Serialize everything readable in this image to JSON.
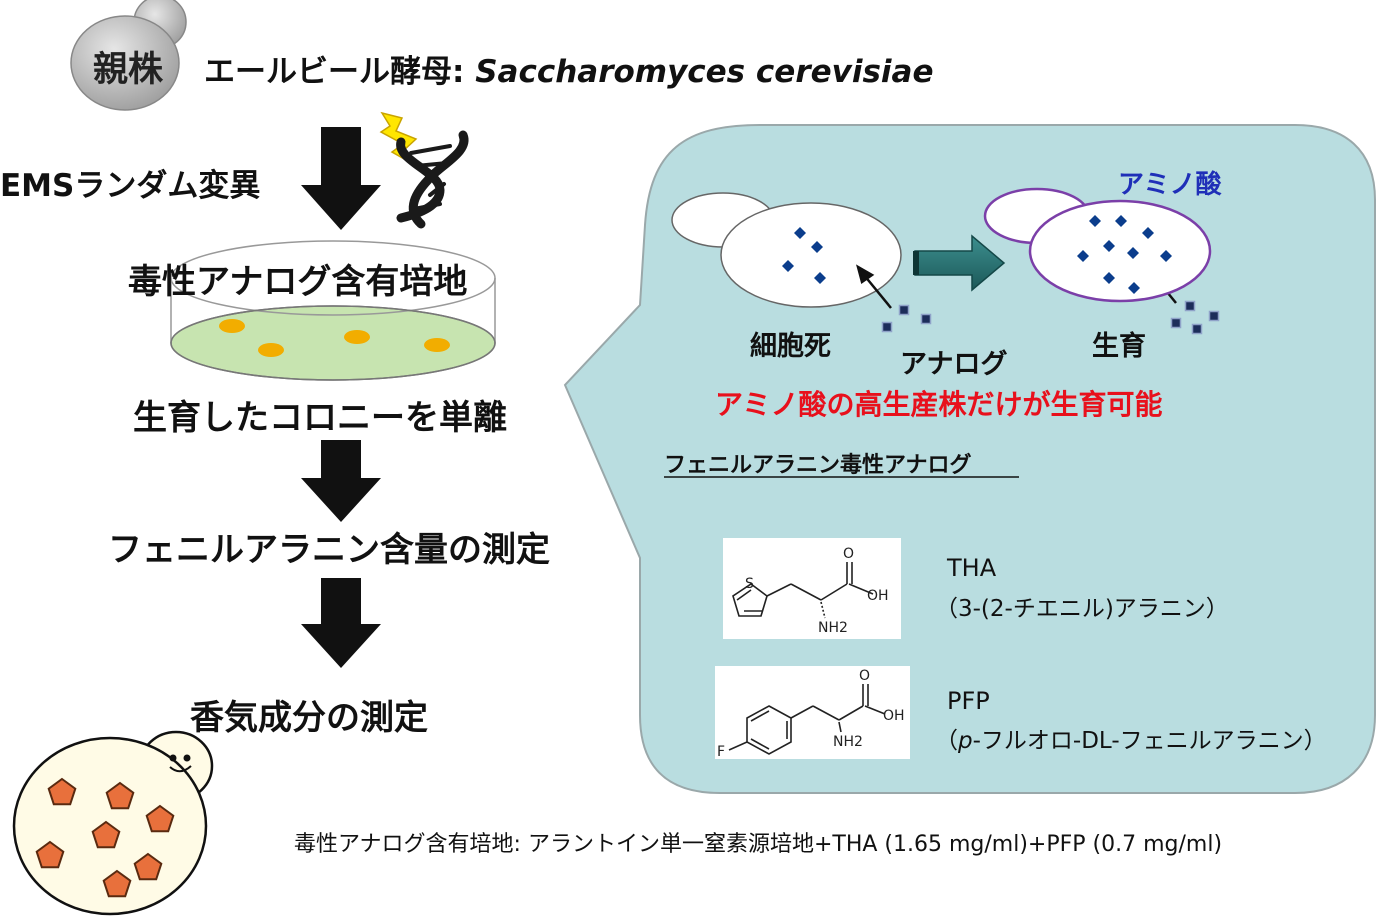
{
  "parent": {
    "badge": "親株",
    "text_jp": "エールビール酵母: ",
    "species": "Saccharomyces cerevisiae"
  },
  "steps": {
    "mutagenesis": "EMSランダム変異",
    "medium": "毒性アナログ含有培地",
    "isolate": "生育したコロニーを単離",
    "measure_phe": "フェニルアラニン含量の測定",
    "measure_aroma": "香気成分の測定"
  },
  "callout": {
    "amino_acid": "アミノ酸",
    "cell_death": "細胞死",
    "analog": "アナログ",
    "growth": "生育",
    "result": "アミノ酸の高生産株だけが生育可能",
    "analog_heading": "フェニルアラニン毒性アナログ",
    "compounds": [
      {
        "abbr": "THA",
        "name": "（3-(2-チエニル)アラニン）",
        "atoms": {
          "s": "S",
          "o": "O",
          "oh": "OH",
          "nh2": "NH2"
        }
      },
      {
        "abbr": "PFP",
        "name_prefix": "（",
        "name_italic": "p",
        "name_rest": "-フルオロ-DL-フェニルアラニン）",
        "atoms": {
          "f": "F",
          "o": "O",
          "oh": "OH",
          "nh2": "NH2"
        }
      }
    ]
  },
  "footnote": "毒性アナログ含有培地: アラントイン単一窒素源培地+THA (1.65 mg/ml)+PFP (0.7 mg/ml)",
  "colors": {
    "callout_fill": "#b9dde0",
    "callout_stroke": "#9aa8aa",
    "arrow": "#111111",
    "teal_arrow": "#2a7272",
    "molecule": "#0b3d8c",
    "analog_square": "#1c2d5a",
    "amino_label": "#1f2fb8",
    "result_text": "#e8101c",
    "colony": "#f2ad00",
    "plate_medium": "#c7e4b0",
    "pentagon": "#e8703c",
    "yeast_outline": "#7b3fa8"
  }
}
